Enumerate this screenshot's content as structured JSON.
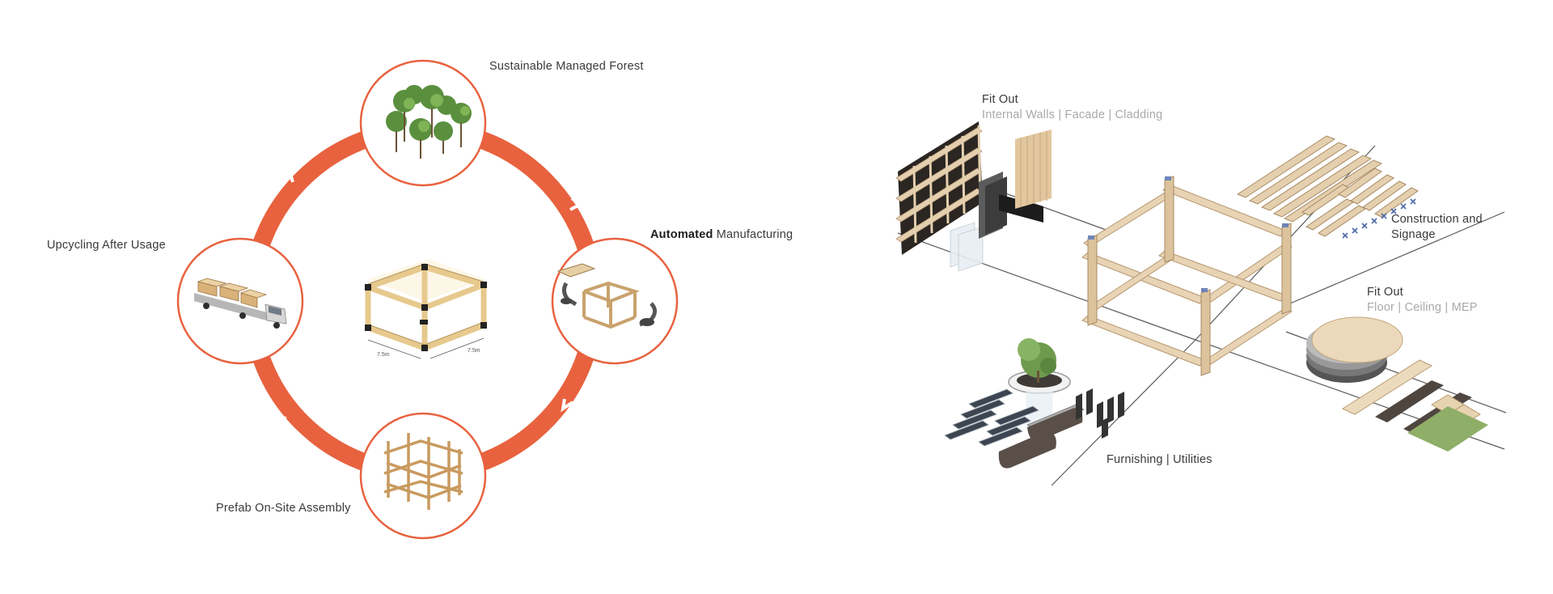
{
  "cycle": {
    "accent_color": "#e8623f",
    "labels": {
      "forest": "Sustainable Managed Forest",
      "manufacturing_bold": "Automated",
      "manufacturing_rest": " Manufacturing",
      "assembly": "Prefab On-Site Assembly",
      "upcycling": "Upcycling After Usage"
    },
    "center_dims": {
      "a": "7.5m",
      "b": "7.5m"
    }
  },
  "kit": {
    "fitout_walls": {
      "title": "Fit Out",
      "sub": "Internal Walls | Facade | Cladding"
    },
    "construction": {
      "line1": "Construction and",
      "line2": "Signage"
    },
    "fitout_floor": {
      "title": "Fit Out",
      "sub": "Floor | Ceiling | MEP"
    },
    "furnishing": "Furnishing | Utilities"
  }
}
